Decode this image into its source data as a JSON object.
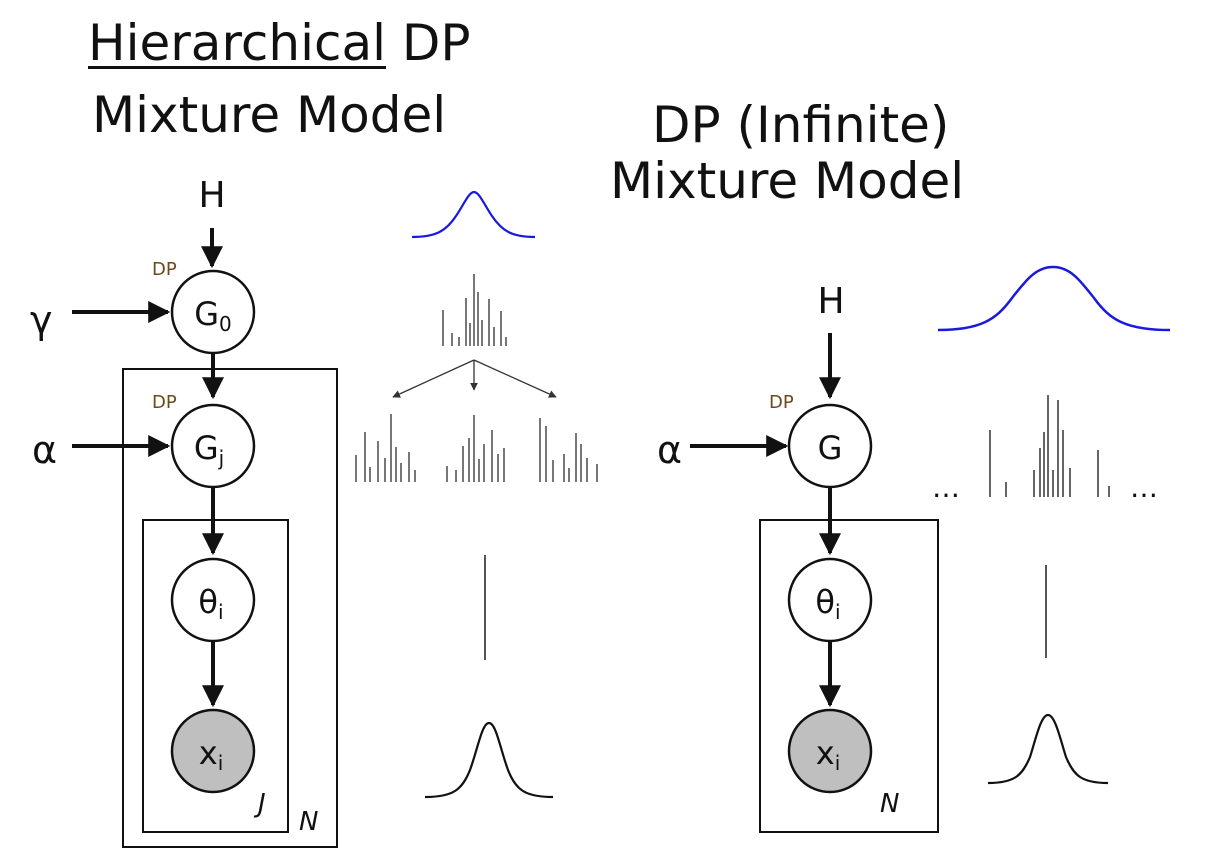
{
  "hdp": {
    "title_underlined": "Hierarchical",
    "title_rest": " DP",
    "title_line2": "Mixture Model",
    "nodes": {
      "H": "H",
      "G0": "G",
      "G0_sub": "0",
      "Gj": "G",
      "Gj_sub": "j",
      "theta": "θ",
      "theta_sub": "i",
      "x": "x",
      "x_sub": "i"
    },
    "inputs": {
      "gamma": "γ",
      "alpha": "α"
    },
    "dp_labels": [
      "DP",
      "DP"
    ],
    "plates": {
      "inner": "J",
      "outer": "N"
    }
  },
  "dp": {
    "title_line1": "DP (Infinite)",
    "title_line2": "Mixture Model",
    "nodes": {
      "H": "H",
      "G": "G",
      "theta": "θ",
      "theta_sub": "i",
      "x": "x",
      "x_sub": "i"
    },
    "inputs": {
      "alpha": "α"
    },
    "dp_label": "DP",
    "plate": "N",
    "ellipsis": "…"
  },
  "colors": {
    "ink": "#111111",
    "base_measure_curve": "#1a1adf",
    "dp_label": "#6b4a1e",
    "observed_fill": "#bfbfbf",
    "stick_gray": "#555555"
  }
}
